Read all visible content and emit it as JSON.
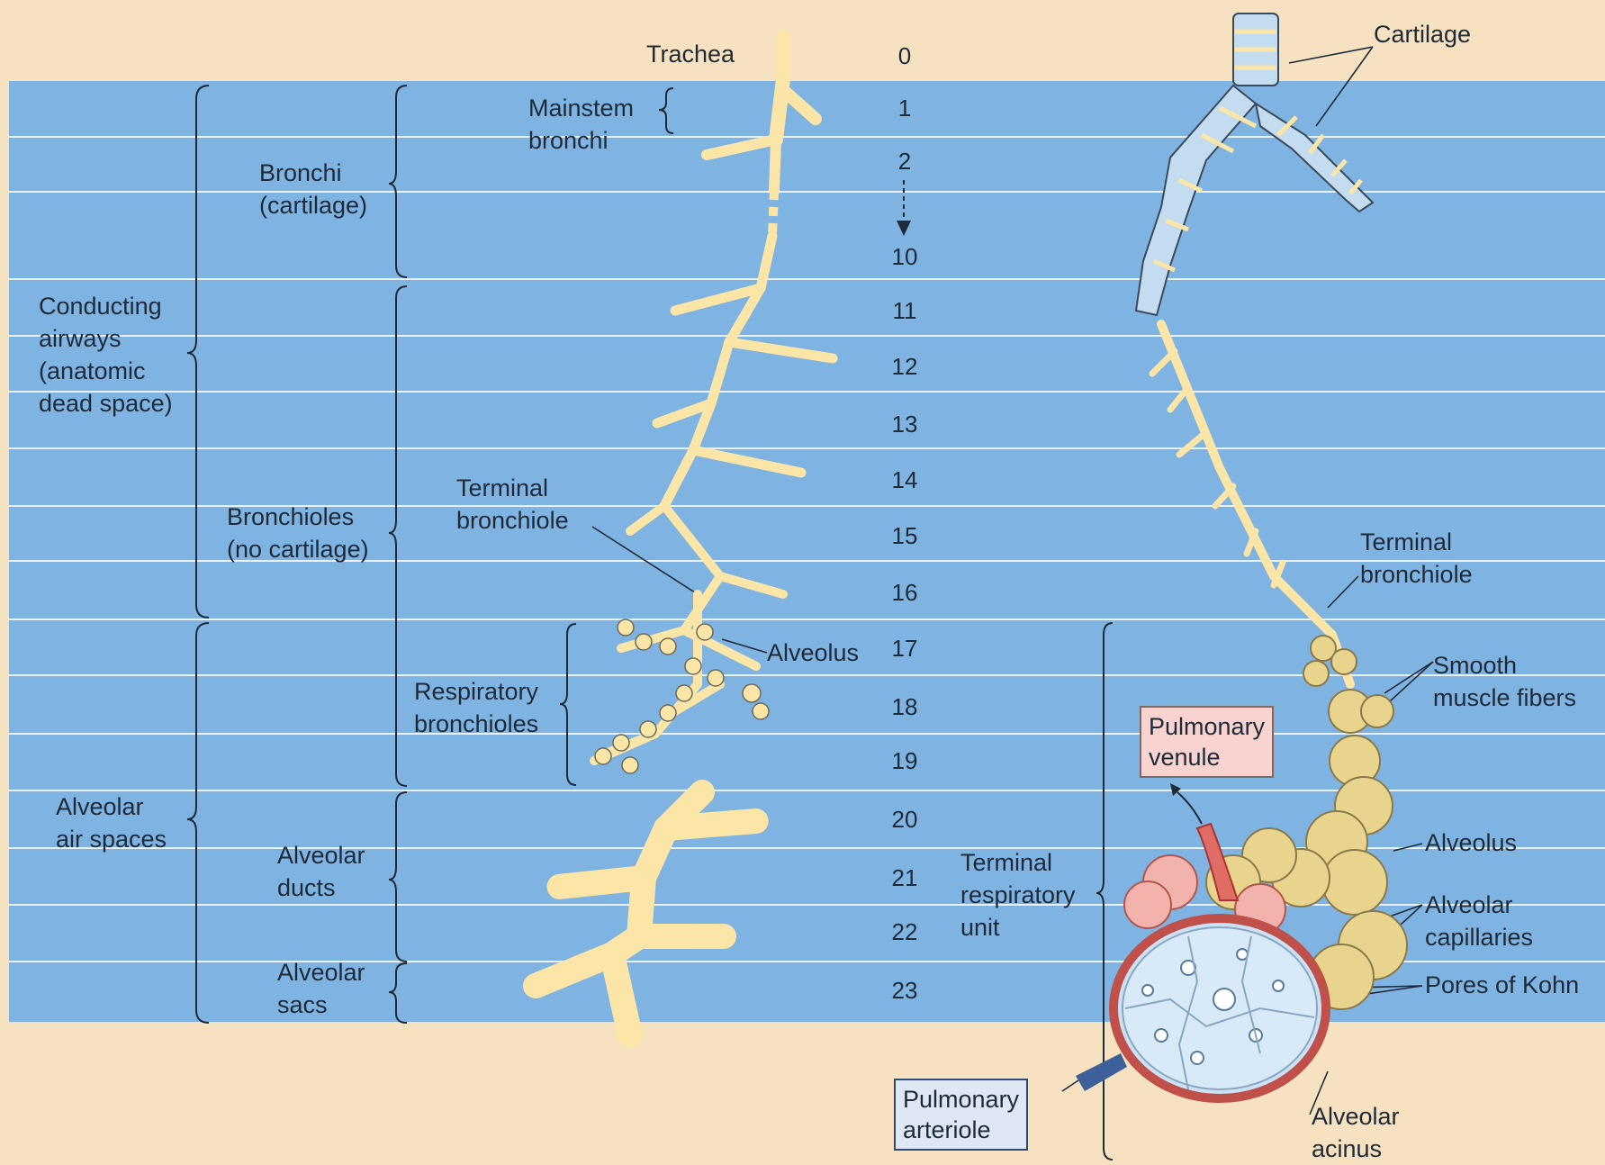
{
  "colors": {
    "background": "#f6e2c0",
    "band": "#7fb3e1",
    "airway": "#fbe6a8",
    "venule_box": "#f9d3cf",
    "arteriole_box": "#dfe6f4"
  },
  "generations": [
    "0",
    "1",
    "2",
    "10",
    "11",
    "12",
    "13",
    "14",
    "15",
    "16",
    "17",
    "18",
    "19",
    "20",
    "21",
    "22",
    "23"
  ],
  "left_labels": {
    "conducting": [
      "Conducting",
      "airways",
      "(anatomic",
      "dead space)"
    ],
    "alveolar_air": [
      "Alveolar",
      "air spaces"
    ],
    "bronchi": [
      "Bronchi",
      "(cartilage)"
    ],
    "bronchioles": [
      "Bronchioles",
      "(no cartilage)"
    ],
    "alveolar_ducts": [
      "Alveolar",
      "ducts"
    ],
    "alveolar_sacs": [
      "Alveolar",
      "sacs"
    ]
  },
  "tree_labels": {
    "trachea": "Trachea",
    "mainstem": [
      "Mainstem",
      "bronchi"
    ],
    "terminal_bronchiole": [
      "Terminal",
      "bronchiole"
    ],
    "alveolus": "Alveolus",
    "respiratory_bronchioles": [
      "Respiratory",
      "bronchioles"
    ]
  },
  "right_labels": {
    "cartilage": "Cartilage",
    "terminal_bronchiole": [
      "Terminal",
      "bronchiole"
    ],
    "smooth_muscle": [
      "Smooth",
      "muscle fibers"
    ],
    "pulmonary_venule": [
      "Pulmonary",
      "venule"
    ],
    "terminal_respiratory_unit": [
      "Terminal",
      "respiratory",
      "unit"
    ],
    "alveolus": "Alveolus",
    "alveolar_capillaries": [
      "Alveolar",
      "capillaries"
    ],
    "pores_of_kohn": "Pores of Kohn",
    "pulmonary_arteriole": [
      "Pulmonary",
      "arteriole"
    ],
    "alveolar_acinus": [
      "Alveolar",
      "acinus"
    ]
  }
}
